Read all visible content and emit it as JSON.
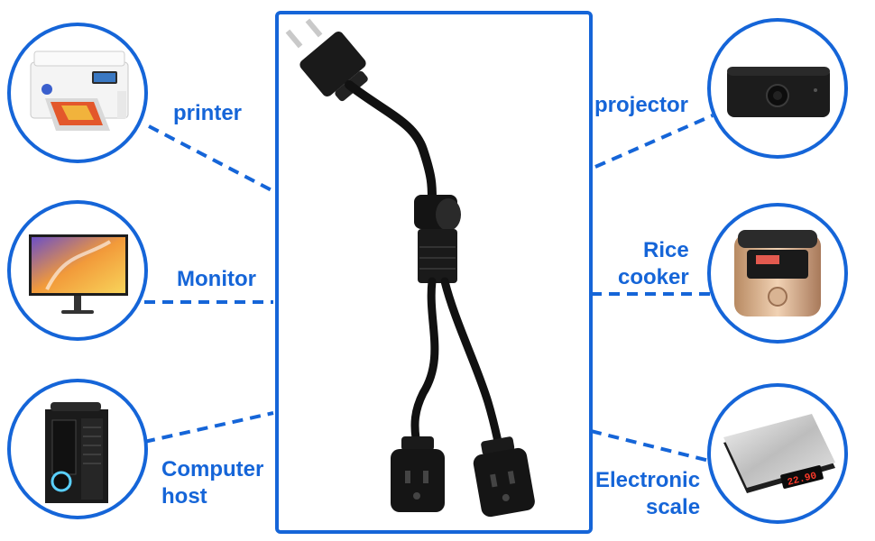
{
  "devices": {
    "printer": {
      "label": "printer",
      "icon": "printer-icon"
    },
    "monitor": {
      "label": "Monitor",
      "icon": "monitor-icon"
    },
    "computer": {
      "label_line1": "Computer",
      "label_line2": "host",
      "icon": "computer-tower-icon"
    },
    "projector": {
      "label": "projector",
      "icon": "projector-icon"
    },
    "rice_cooker": {
      "label_line1": "Rice",
      "label_line2": "cooker",
      "icon": "rice-cooker-icon"
    },
    "scale": {
      "label_line1": "Electronic",
      "label_line2": "scale",
      "icon": "kitchen-scale-icon",
      "display": "22.90"
    }
  },
  "product": {
    "icon": "y-splitter-power-cord-icon"
  },
  "colors": {
    "accent": "#1565d8",
    "cable": "#111111"
  }
}
